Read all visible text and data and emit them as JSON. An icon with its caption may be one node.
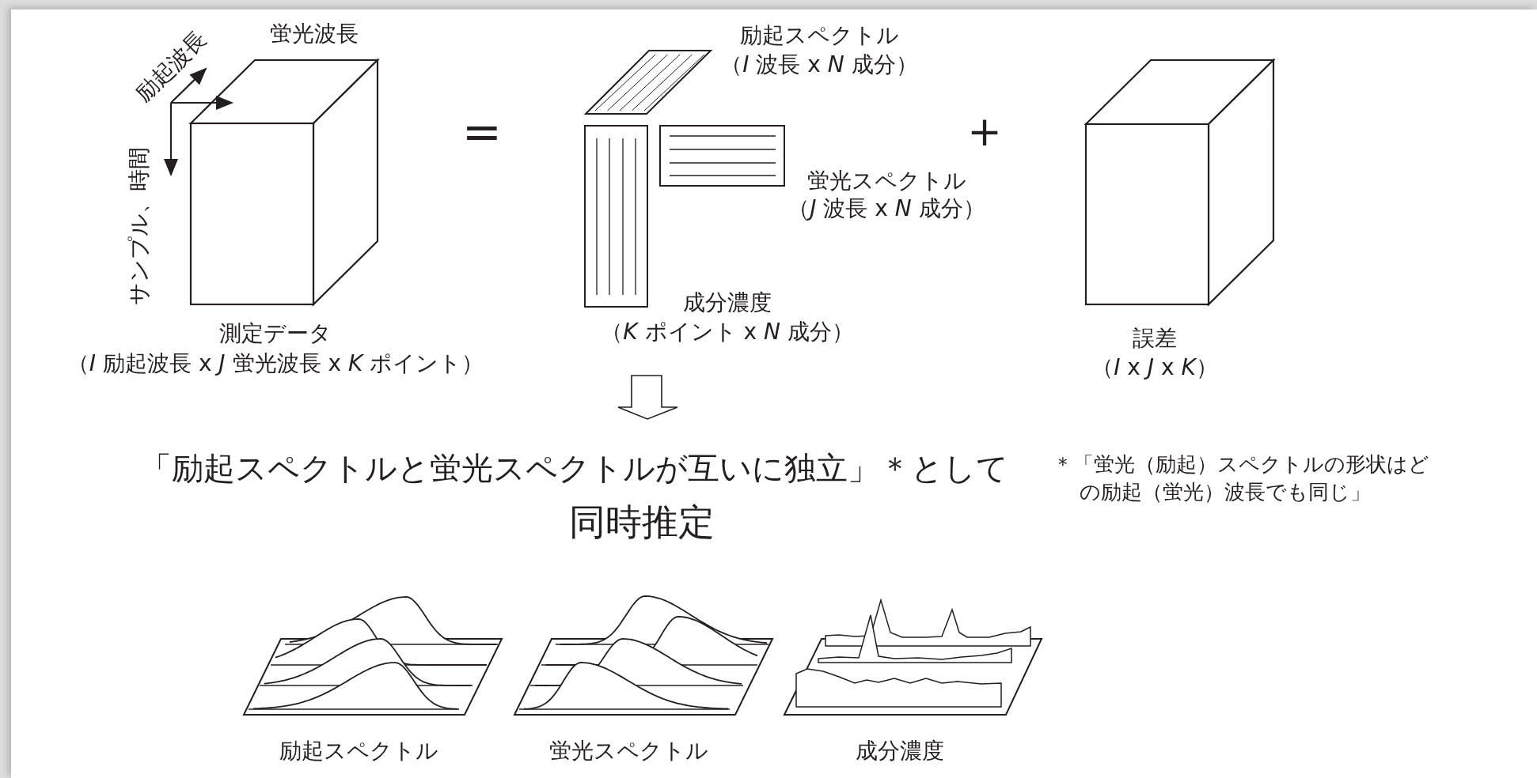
{
  "diagram": {
    "labels": [
      "蛍光波長",
      "励起波長",
      "サンプル、時間",
      "測定データ",
      "（*I* 励起波長 x *J* 蛍光波長 x *K* ポイント）",
      "=",
      "励起スペクトル",
      "（*I* 波長 x *N* 成分）",
      "蛍光スペクトル",
      "（*J* 波長 x *N* 成分）",
      "成分濃度",
      "（*K* ポイント x *N* 成分）",
      "+",
      "誤差",
      "（*I* x *J* x *K*）",
      "「励起スペクトルと蛍光スペクトルが互いに独立」＊として",
      "＊「蛍光（励起）スペクトルの形状はどの励起（蛍光）波長でも同じ」",
      "同時推定",
      "励起スペクトル",
      "蛍光スペクトル",
      "成分濃度"
    ]
  }
}
